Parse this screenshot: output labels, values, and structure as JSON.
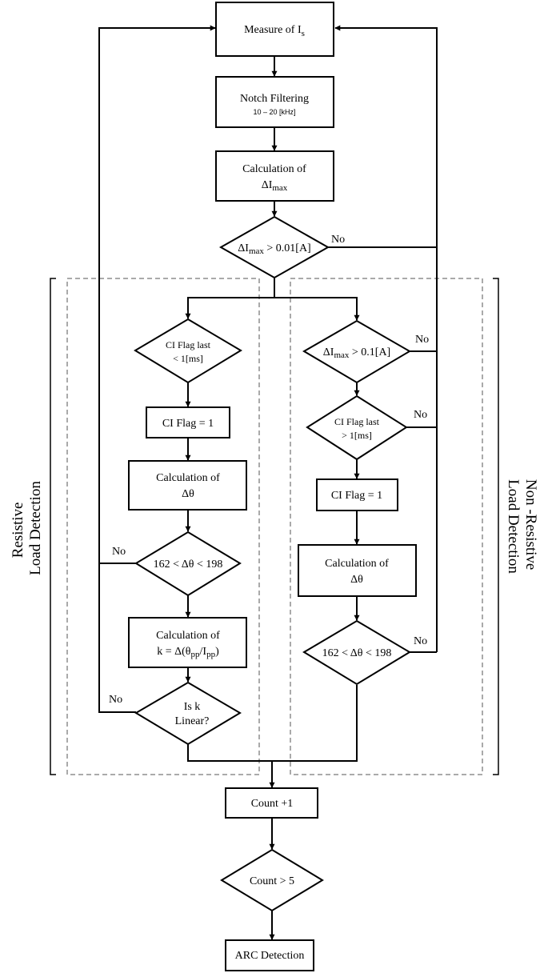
{
  "nodes": {
    "measure": {
      "main": "Measure of  I",
      "sub": "s"
    },
    "notch": {
      "line1": "Notch Filtering",
      "line2": "10 – 20 [kHz]"
    },
    "calc_imax": {
      "line1": "Calculation of",
      "line2_main": "ΔI",
      "line2_sub": "max"
    },
    "imax_check": {
      "pre": "ΔI",
      "sub": "max",
      "post": " > 0.01[A]"
    },
    "ci_last_lt": {
      "line1": "CI Flag last",
      "line2": "< 1[ms]"
    },
    "ci_flag_left": {
      "text": "CI Flag = 1"
    },
    "calc_theta_left": {
      "line1": "Calculation of",
      "line2": "Δθ"
    },
    "theta_check_left": {
      "text": "162 < Δθ < 198"
    },
    "calc_k": {
      "line1": "Calculation of",
      "line2_pre": "k = Δ(θ",
      "line2_sub1": "pp",
      "line2_mid": "/I",
      "line2_sub2": "pp",
      "line2_post": ")"
    },
    "k_linear": {
      "line1": "Is k",
      "line2": "Linear?"
    },
    "imax_check2": {
      "pre": "ΔI",
      "sub": "max",
      "post": " > 0.1[A]"
    },
    "ci_last_gt": {
      "line1": "CI Flag last",
      "line2": "> 1[ms]"
    },
    "ci_flag_right": {
      "text": "CI Flag = 1"
    },
    "calc_theta_right": {
      "line1": "Calculation of",
      "line2": "Δθ"
    },
    "theta_check_right": {
      "text": "162 < Δθ < 198"
    },
    "count": {
      "text": "Count +1"
    },
    "count_check": {
      "text": "Count > 5"
    },
    "arc": {
      "text": "ARC Detection"
    }
  },
  "edge_labels": {
    "no": "No"
  },
  "groups": {
    "resistive": {
      "line1": "Resistive",
      "line2": "Load Detection"
    },
    "non_resistive": {
      "line1": "Non -Resistive",
      "line2": "Load Detection"
    }
  }
}
